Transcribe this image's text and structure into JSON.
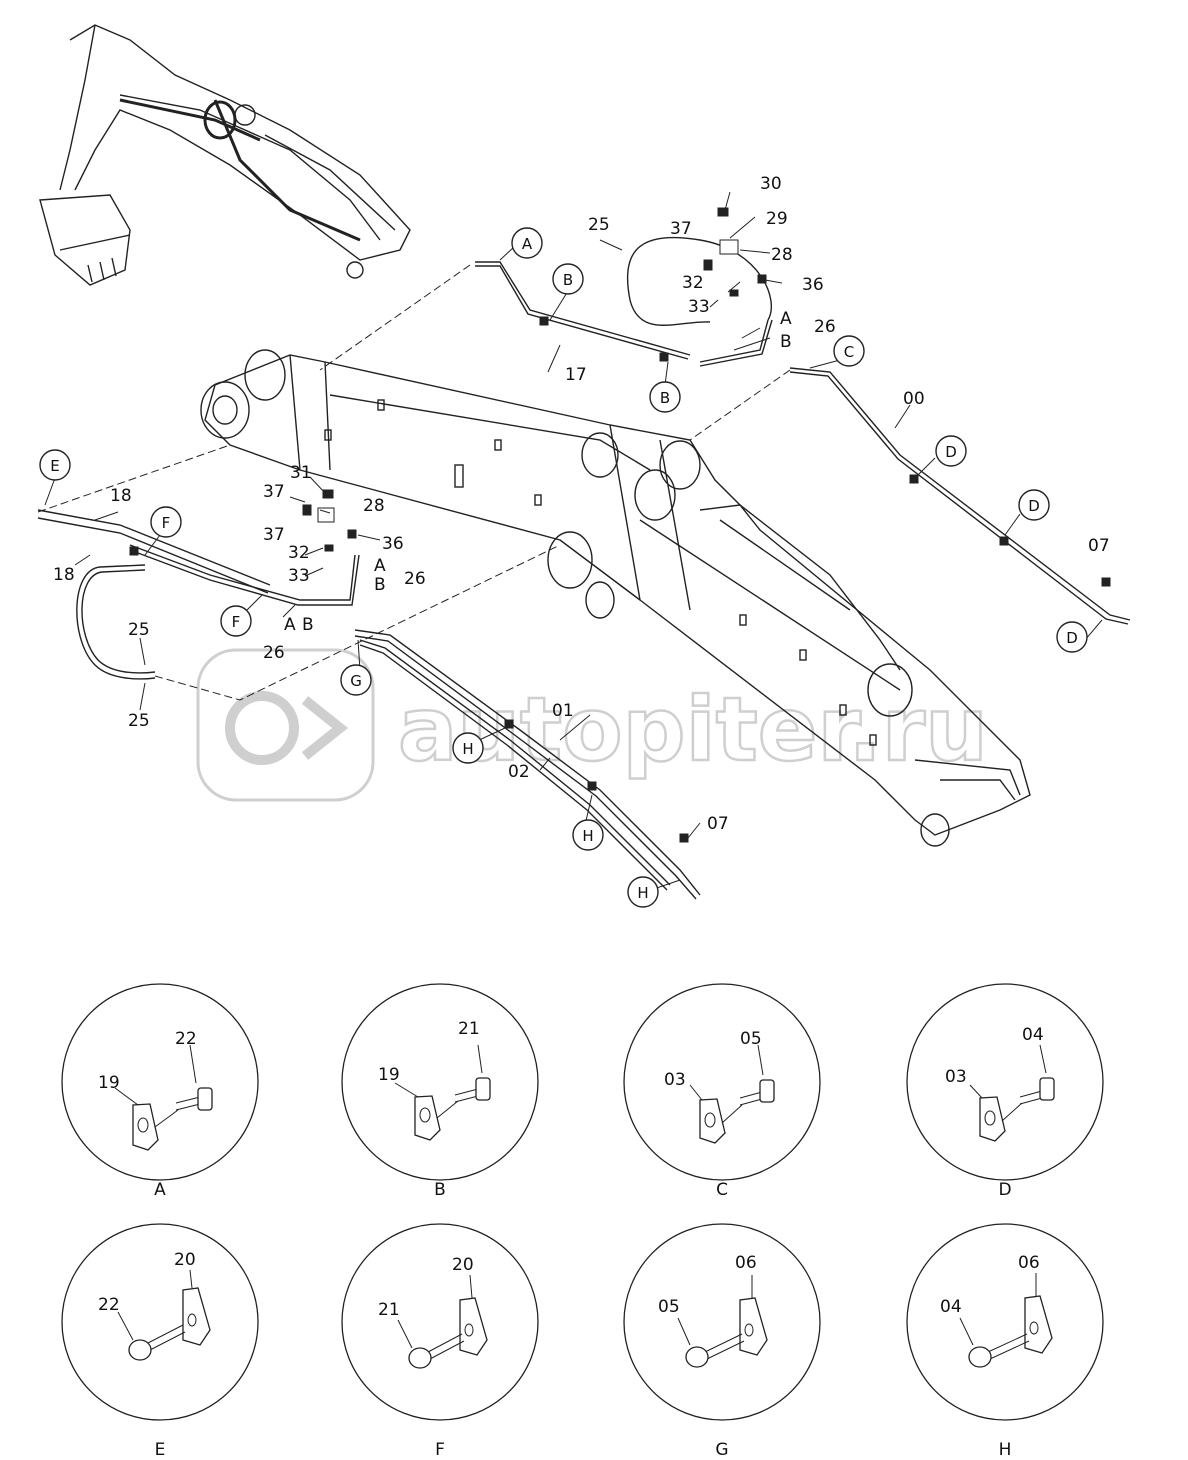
{
  "diagram": {
    "watermark": "autopiter.ru",
    "callouts": [
      "A",
      "B",
      "B",
      "C",
      "D",
      "D",
      "D",
      "E",
      "F",
      "F",
      "G",
      "H",
      "H",
      "H"
    ],
    "part_labels": [
      "30",
      "29",
      "25",
      "37",
      "28",
      "32",
      "36",
      "33",
      "A",
      "26",
      "B",
      "17",
      "00",
      "07",
      "18",
      "18",
      "31",
      "37",
      "28",
      "37",
      "36",
      "32",
      "A",
      "33",
      "26",
      "B",
      "A",
      "B",
      "26",
      "25",
      "25",
      "01",
      "02",
      "07"
    ],
    "details": [
      {
        "letter": "A",
        "labels": [
          "22",
          "19"
        ]
      },
      {
        "letter": "B",
        "labels": [
          "21",
          "19"
        ]
      },
      {
        "letter": "C",
        "labels": [
          "05",
          "03"
        ]
      },
      {
        "letter": "D",
        "labels": [
          "04",
          "03"
        ]
      },
      {
        "letter": "E",
        "labels": [
          "20",
          "22"
        ]
      },
      {
        "letter": "F",
        "labels": [
          "20",
          "21"
        ]
      },
      {
        "letter": "G",
        "labels": [
          "06",
          "05"
        ]
      },
      {
        "letter": "H",
        "labels": [
          "06",
          "04"
        ]
      }
    ]
  }
}
